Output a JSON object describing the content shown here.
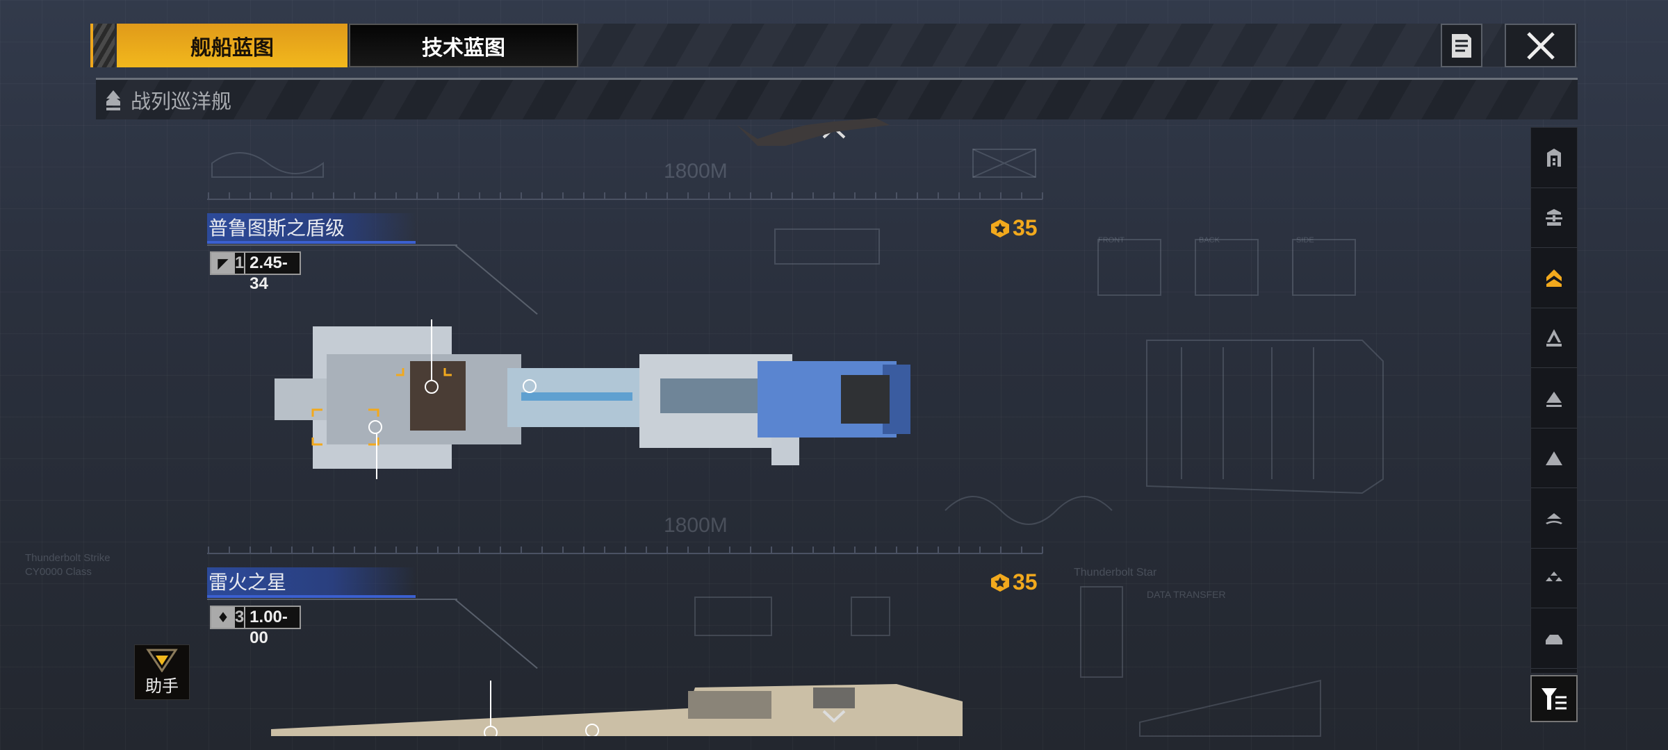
{
  "tabs": [
    {
      "label": "舰船蓝图",
      "active": true
    },
    {
      "label": "技术蓝图",
      "active": false
    }
  ],
  "header_buttons": {
    "doc": "document-icon",
    "close": "close-icon"
  },
  "category": {
    "label": "战列巡洋舰",
    "icon": "battlecruiser-icon"
  },
  "ruler_label": "1800M",
  "ships": [
    {
      "name": "普鲁图斯之盾级",
      "faction_icon": "faction-wing-icon",
      "tier": "1",
      "version": "2.45-34",
      "cost": "35",
      "hull_color": "#5a85d0"
    },
    {
      "name": "雷火之星",
      "faction_icon": "faction-flame-icon",
      "tier": "3",
      "version": "1.00-00",
      "cost": "35",
      "hull_color": "#cbbfa6"
    }
  ],
  "background_text": {
    "ship2_en": "Thunderbolt Star",
    "data_transfer": "DATA TRANSFER",
    "front": "FRONT",
    "back": "BACK",
    "side": "SIDE",
    "left_caption_1": "Thunderbolt Strike",
    "left_caption_2": "CY0000 Class"
  },
  "sidebar": {
    "items": [
      {
        "icon": "carrier-icon",
        "active": false
      },
      {
        "icon": "auxiliary-icon",
        "active": false
      },
      {
        "icon": "battlecruiser-icon",
        "active": true
      },
      {
        "icon": "cruiser-icon",
        "active": false
      },
      {
        "icon": "destroyer-icon",
        "active": false
      },
      {
        "icon": "frigate-icon",
        "active": false
      },
      {
        "icon": "corvette-icon",
        "active": false
      },
      {
        "icon": "fighter-icon",
        "active": false
      },
      {
        "icon": "support-icon",
        "active": false
      }
    ],
    "filter": "filter-icon"
  },
  "helper": {
    "label": "助手"
  },
  "colors": {
    "accent": "#f2a91d",
    "title_blue": "#2c4a9a"
  }
}
